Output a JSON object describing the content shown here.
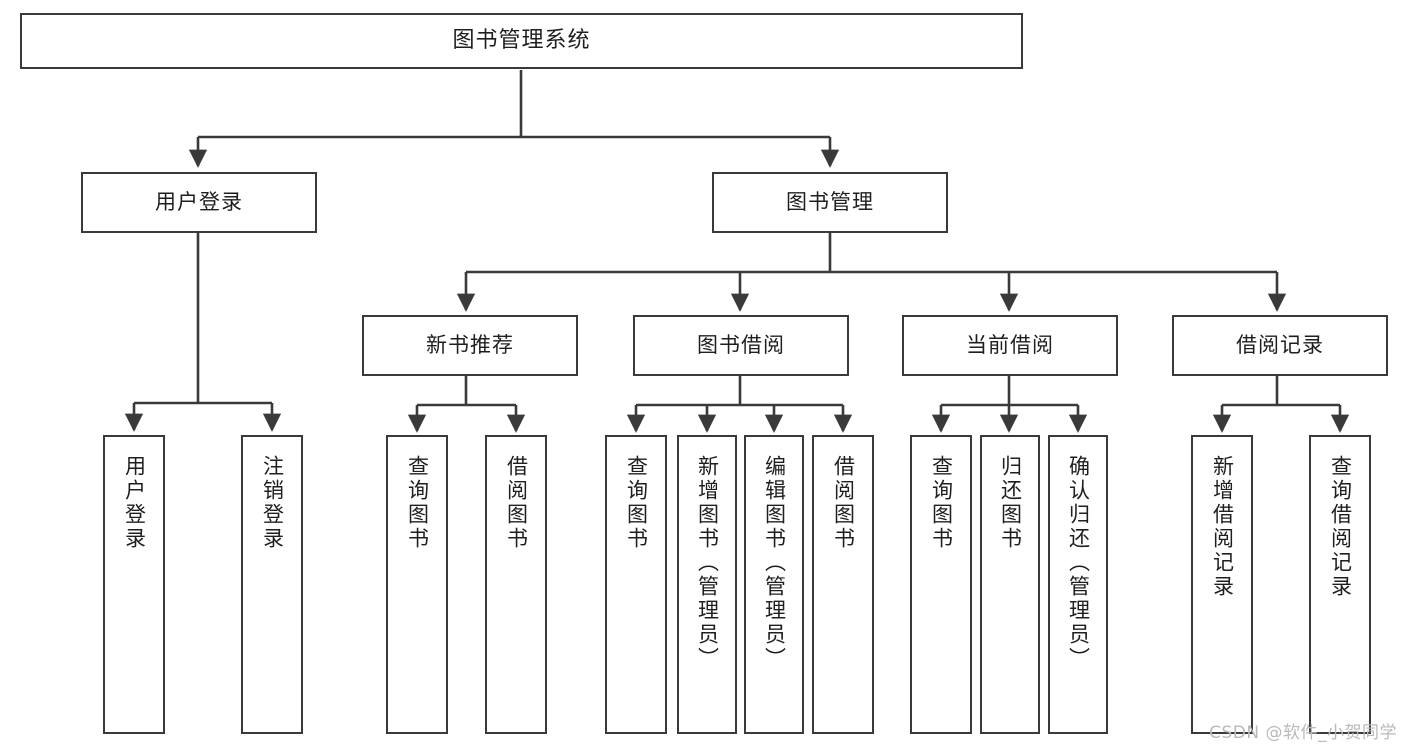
{
  "diagram": {
    "type": "tree",
    "title": "图书管理系统",
    "watermark": "CSDN @软件_小贺同学",
    "colors": {
      "box_border": "#3a3a3a",
      "box_fill": "#ffffff",
      "connector": "#3a3a3a",
      "text": "#1f1f1f",
      "watermark": "#b9b9b9",
      "background": "#ffffff"
    }
  },
  "nodes": {
    "root": {
      "label": "图书管理系统"
    },
    "level2": [
      {
        "id": "user-login",
        "label": "用户登录"
      },
      {
        "id": "book-manage",
        "label": "图书管理"
      }
    ],
    "level3": [
      {
        "id": "new-book-recommend",
        "label": "新书推荐"
      },
      {
        "id": "book-borrow",
        "label": "图书借阅"
      },
      {
        "id": "current-borrow",
        "label": "当前借阅"
      },
      {
        "id": "borrow-record",
        "label": "借阅记录"
      }
    ],
    "leaves": {
      "user-login": [
        {
          "id": "leaf-user-login",
          "label": "用户登录"
        },
        {
          "id": "leaf-logout-login",
          "label": "注销登录"
        }
      ],
      "new-book-recommend": [
        {
          "id": "leaf-query-book-1",
          "label": "查询图书"
        },
        {
          "id": "leaf-borrow-book-1",
          "label": "借阅图书"
        }
      ],
      "book-borrow": [
        {
          "id": "leaf-query-book-2",
          "label": "查询图书"
        },
        {
          "id": "leaf-add-book",
          "label": "新增图书（管理员）"
        },
        {
          "id": "leaf-edit-book",
          "label": "编辑图书（管理员）"
        },
        {
          "id": "leaf-borrow-book-2",
          "label": "借阅图书"
        }
      ],
      "current-borrow": [
        {
          "id": "leaf-query-book-3",
          "label": "查询图书"
        },
        {
          "id": "leaf-return-book",
          "label": "归还图书"
        },
        {
          "id": "leaf-confirm-return",
          "label": "确认归还（管理员）"
        }
      ],
      "borrow-record": [
        {
          "id": "leaf-add-record",
          "label": "新增借阅记录"
        },
        {
          "id": "leaf-query-record",
          "label": "查询借阅记录"
        }
      ]
    }
  }
}
